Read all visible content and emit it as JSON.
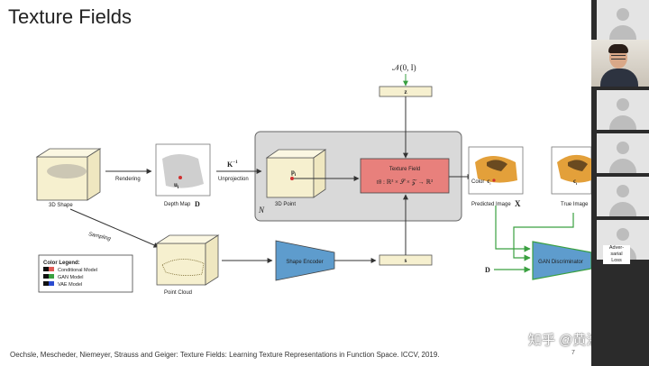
{
  "slide": {
    "title": "Texture Fields",
    "citation": "Oechsle, Mescheder, Niemeyer, Strauss and Geiger: Texture Fields: Learning Texture Representations in Function Space. ICCV, 2019.",
    "slide_number": "7",
    "watermark": "知乎 @黄浴"
  },
  "diagram": {
    "nodes": {
      "shape_3d": "3D Shape",
      "depth_map": "Depth Map",
      "depth_map_symbol": "D",
      "pixel_symbol": "u",
      "pixel_sub": "i",
      "point_3d": "3D Point",
      "point_symbol": "p",
      "point_sub": "i",
      "texture_field_title": "Texture Field",
      "texture_field_formula": "tθ : ℝ³ × 𝒮 × 𝒵 → ℝ³",
      "predicted_image": "Predicted Image",
      "predicted_symbol": "X",
      "color_label": "Color",
      "color_symbol": "c",
      "color_sub": "i",
      "true_image": "True Image",
      "true_symbol": "c",
      "true_sub": "i",
      "point_cloud": "Point Cloud",
      "shape_encoder": "Shape Encoder",
      "s_latent": "s",
      "z_latent": "z",
      "noise": "𝒩(0, I)",
      "gan_discriminator": "GAN Discriminator",
      "adversarial_loss": [
        "Adver-",
        "sarial",
        "Loss"
      ],
      "d_input": "D",
      "n_label": "N"
    },
    "edges": {
      "rendering": "Rendering",
      "k_inverse": "K",
      "k_inverse_sup": "−1",
      "unprojection": "Unprojection",
      "sampling": "Sampling"
    },
    "legend": {
      "title": "Color Legend:",
      "items": [
        {
          "label": "Conditional Model",
          "color": "#e05a55"
        },
        {
          "label": "GAN Model",
          "color": "#3aa040"
        },
        {
          "label": "VAE Model",
          "color": "#2a4bd0"
        }
      ]
    },
    "colors": {
      "texture_field_fill": "#e8807c",
      "encoder_fill": "#5e9ccd",
      "gan_fill": "#5e9ccd",
      "gan_edge": "#3aa040",
      "panel_fill": "#d9d9d9",
      "cube_fill": "#f6f0cf"
    }
  },
  "participants": {
    "icons": [
      "person-icon",
      "camera-feed",
      "person-icon",
      "person-icon",
      "person-icon",
      "person-icon"
    ]
  }
}
